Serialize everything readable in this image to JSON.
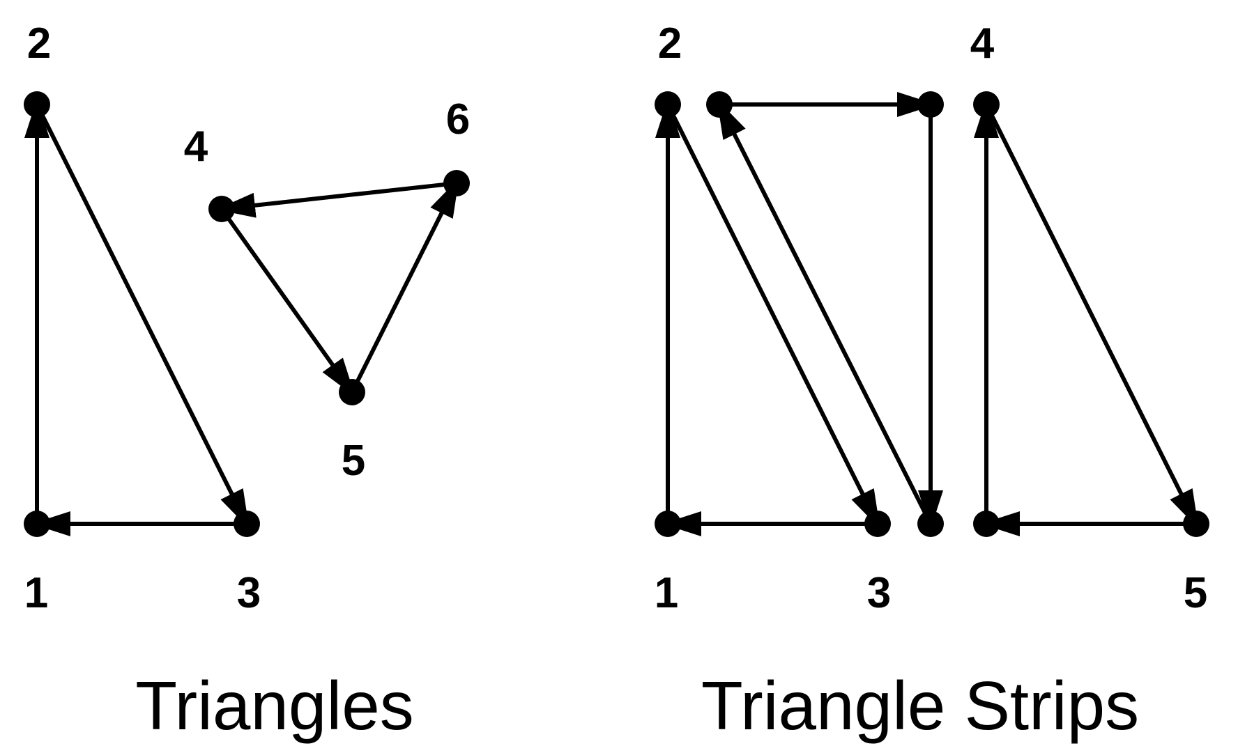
{
  "colors": {
    "ink": "#000000",
    "background": "#ffffff"
  },
  "panels": {
    "triangles": {
      "caption": "Triangles",
      "vertex_labels": [
        "2",
        "4",
        "6",
        "5",
        "1",
        "3"
      ]
    },
    "strips": {
      "caption": "Triangle Strips",
      "vertex_labels": [
        "2",
        "4",
        "1",
        "3",
        "5"
      ]
    }
  }
}
